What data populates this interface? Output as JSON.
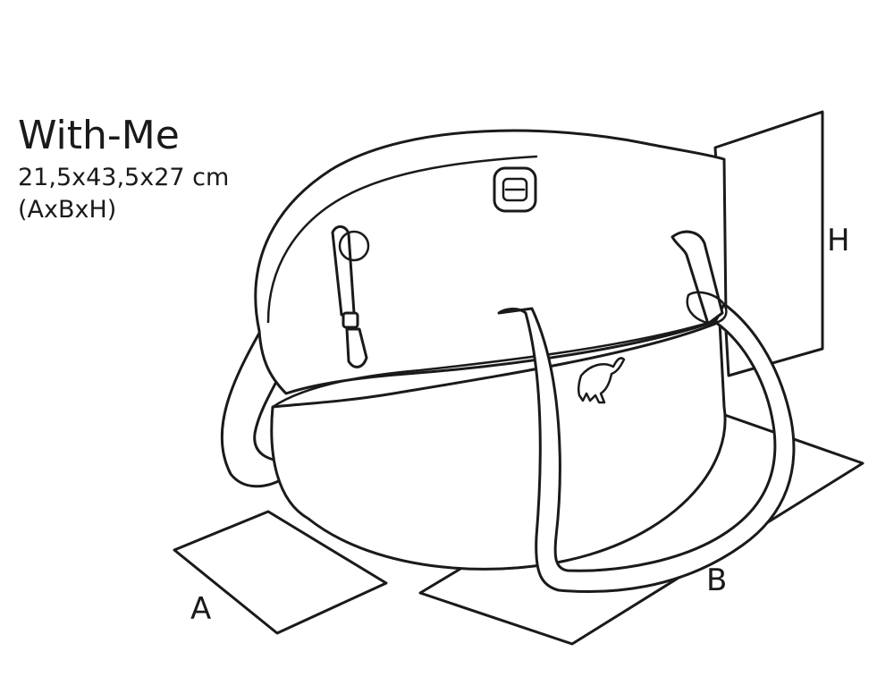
{
  "product": {
    "name": "With-Me",
    "dimensions": "21,5x43,5x27 cm",
    "dimension_key": "(AxBxH)"
  },
  "labels": {
    "a": "A",
    "b": "B",
    "h": "H"
  },
  "icons": {
    "bag": "pet-carrier-bag-outline",
    "logo": "dog-logo-icon",
    "badge": "metal-badge-icon",
    "zipper": "zipper-pull-icon",
    "buckle": "strap-buckle-icon"
  }
}
